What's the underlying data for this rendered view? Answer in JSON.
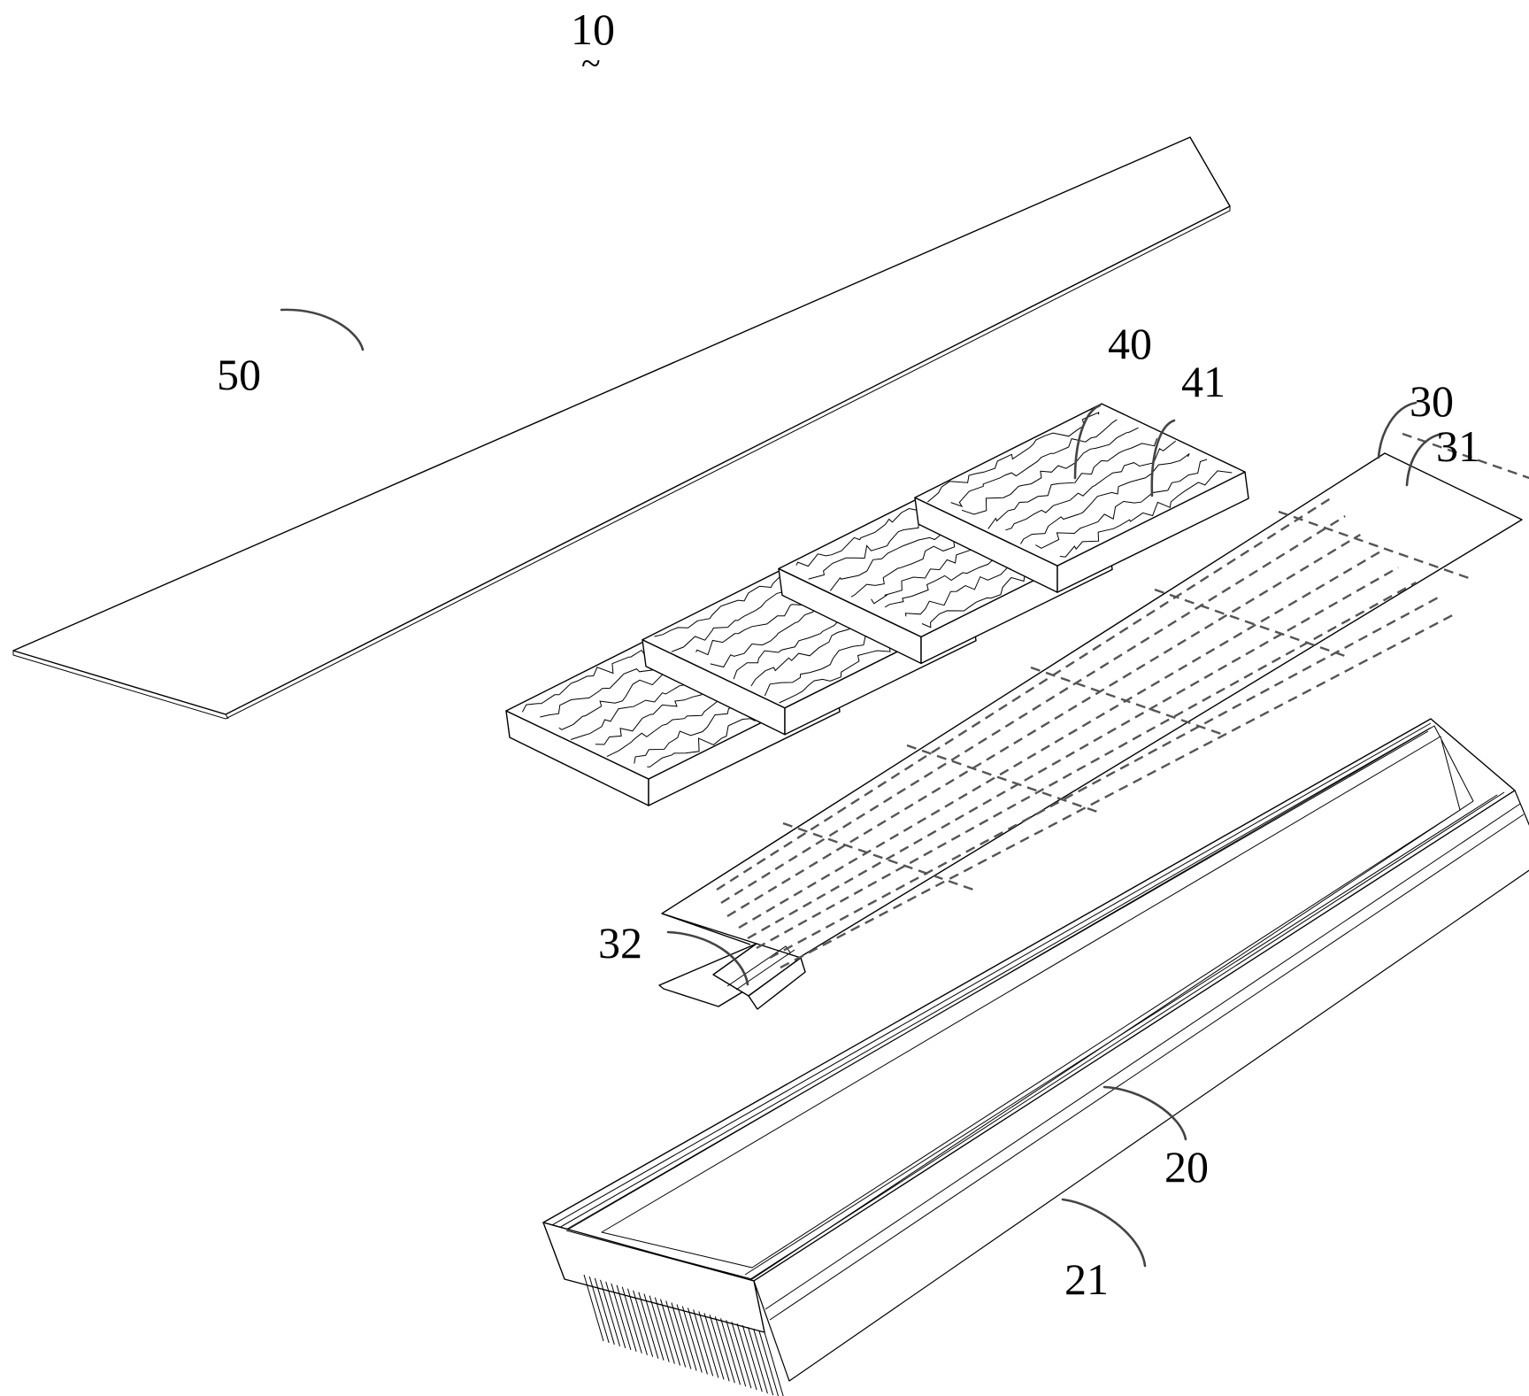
{
  "figure": {
    "assembly_label": "10",
    "assembly_mark": "~",
    "parts": [
      {
        "id": "cover",
        "label": "50"
      },
      {
        "id": "module",
        "label": "40"
      },
      {
        "id": "module-texture",
        "label": "41"
      },
      {
        "id": "flex-sheet",
        "label": "30"
      },
      {
        "id": "flex-lines",
        "label": "31"
      },
      {
        "id": "connector-tab",
        "label": "32"
      },
      {
        "id": "housing",
        "label": "20"
      },
      {
        "id": "housing-side",
        "label": "21"
      }
    ],
    "module_count": 4,
    "colors": {
      "line": "#000000",
      "leader": "#444444",
      "dash": "#555555",
      "background": "#ffffff"
    }
  }
}
